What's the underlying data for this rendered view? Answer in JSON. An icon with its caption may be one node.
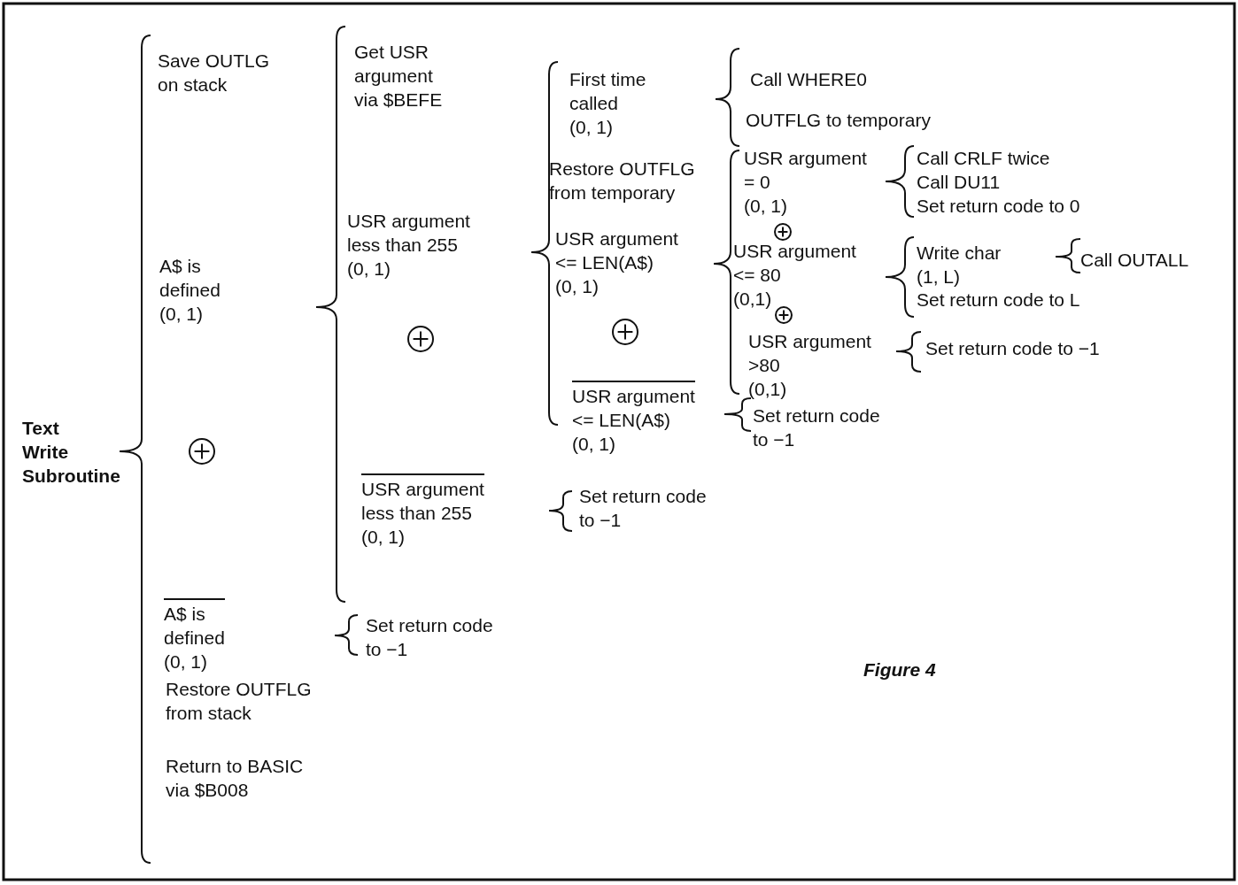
{
  "diagram": {
    "caption": "Figure 4",
    "labels": [
      "Text Write Subroutine",
      "Save OUTLG on stack",
      "A$ is defined (0, 1)",
      "A$ is defined (0, 1)",
      "Set return code to −1",
      "Restore OUTFLG from stack",
      "Return to BASIC via $B008",
      "Get USR argument via $BEFE",
      "USR argument less than 255 (0, 1)",
      "USR argument less than 255 (0, 1)",
      "Set return code to −1",
      "First time called (0, 1)",
      "Call WHERE0",
      "OUTFLG to temporary",
      "Restore OUTFLG from temporary",
      "USR argument <= LEN(A$) (0, 1)",
      "USR argument <= LEN(A$) (0, 1)",
      "Set return code to −1",
      "USR argument = 0 (0, 1)",
      "Call CRLF twice",
      "Call DU11",
      "Set return code to 0",
      "USR argument <= 80 (0,1)",
      "Write char (1, L)",
      "Call OUTALL",
      "Set return code to L",
      "USR argument >80 (0,1)",
      "Set return code to −1"
    ]
  }
}
